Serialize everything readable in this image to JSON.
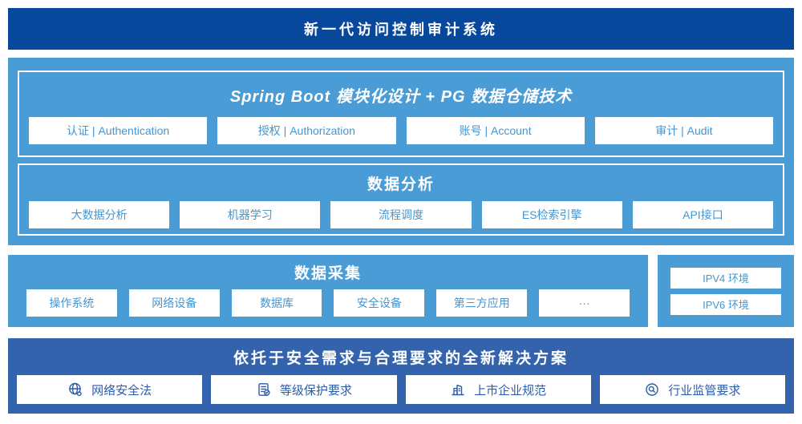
{
  "colors": {
    "banner_bg": "#07479c",
    "light_blue": "#4a9cd6",
    "solution_bg": "#3463ad",
    "white_box_text": "#4496d0",
    "solution_text": "#2b5ca9"
  },
  "banner": {
    "title": "新一代访问控制审计系统"
  },
  "platform": {
    "modules_layer": {
      "title": "Spring Boot 模块化设计 + PG 数据仓储技术",
      "items": [
        "认证 | Authentication",
        "授权 | Authorization",
        "账号 | Account",
        "审计 | Audit"
      ]
    },
    "analysis_layer": {
      "title": "数据分析",
      "items": [
        "大数据分析",
        "机器学习",
        "流程调度",
        "ES检索引擎",
        "API接口"
      ]
    }
  },
  "collection": {
    "title": "数据采集",
    "items": [
      "操作系统",
      "网络设备",
      "数据库",
      "安全设备",
      "第三方应用",
      "···"
    ]
  },
  "environments": {
    "items": [
      "IPV4 环境",
      "IPV6 环境"
    ]
  },
  "solution": {
    "title": "依托于安全需求与合理要求的全新解决方案",
    "items": [
      {
        "icon": "globe-icon",
        "label": "网络安全法"
      },
      {
        "icon": "document-check-icon",
        "label": "等级保护要求"
      },
      {
        "icon": "building-icon",
        "label": "上市企业规范"
      },
      {
        "icon": "magnifier-badge-icon",
        "label": "行业监管要求"
      }
    ]
  }
}
